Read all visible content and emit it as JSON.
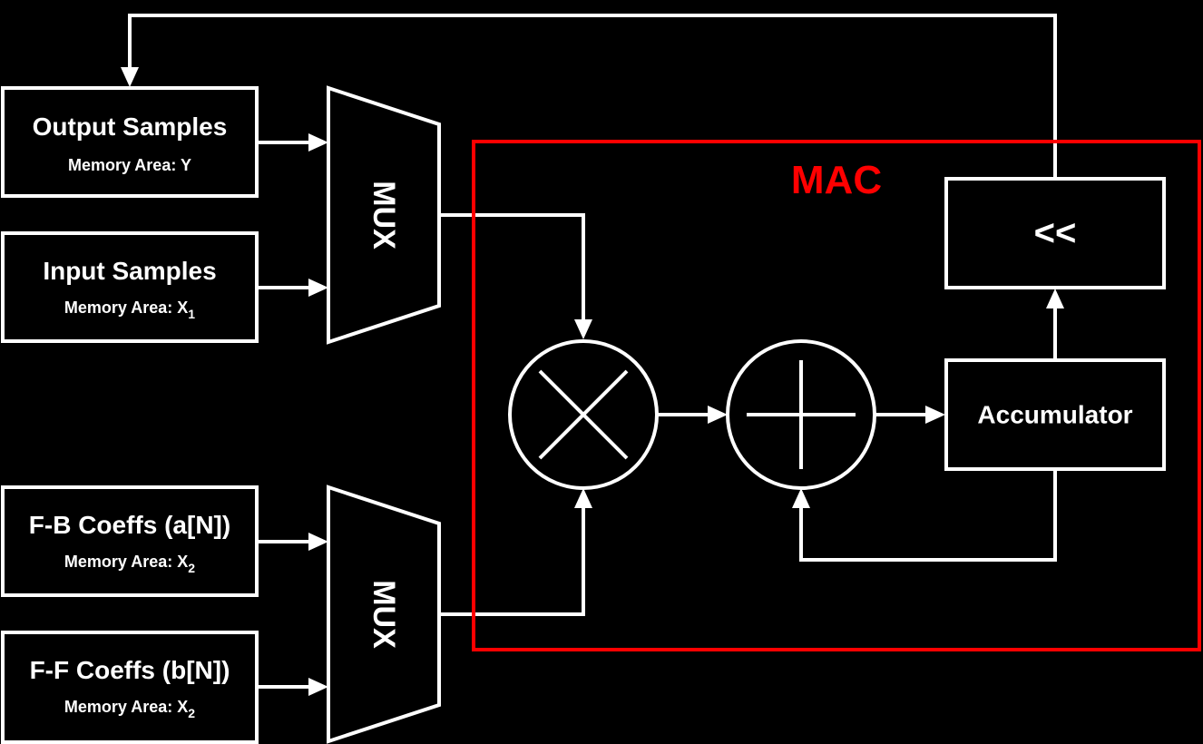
{
  "colors": {
    "background": "#000000",
    "foreground": "#ffffff",
    "mac_accent": "#ff0000"
  },
  "blocks": {
    "output_samples": {
      "title": "Output Samples",
      "memory_prefix": "Memory Area: ",
      "memory_area": "Y",
      "memory_sub": ""
    },
    "input_samples": {
      "title": "Input Samples",
      "memory_prefix": "Memory Area: ",
      "memory_area": "X",
      "memory_sub": "1"
    },
    "fb_coeffs": {
      "title": "F-B Coeffs (a[N])",
      "memory_prefix": "Memory Area: ",
      "memory_area": "X",
      "memory_sub": "2"
    },
    "ff_coeffs": {
      "title": "F-F Coeffs (b[N])",
      "memory_prefix": "Memory Area: ",
      "memory_area": "X",
      "memory_sub": "2"
    }
  },
  "mux_top": {
    "label": "MUX"
  },
  "mux_bottom": {
    "label": "MUX"
  },
  "mac": {
    "label": "MAC",
    "multiplier_icon": "multiply-icon",
    "adder_icon": "plus-icon",
    "accumulator_label": "Accumulator",
    "shift_label": "<<"
  }
}
